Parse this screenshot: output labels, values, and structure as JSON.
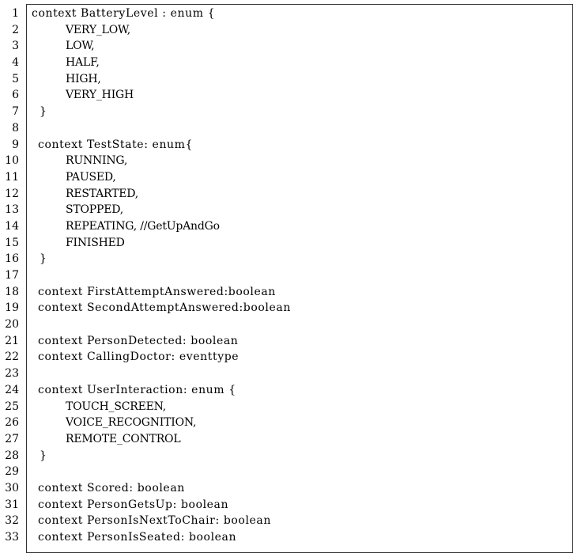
{
  "listing": {
    "line_numbers": [
      "1",
      "2",
      "3",
      "4",
      "5",
      "6",
      "7",
      "8",
      "9",
      "10",
      "11",
      "12",
      "13",
      "14",
      "15",
      "16",
      "17",
      "18",
      "19",
      "20",
      "21",
      "22",
      "23",
      "24",
      "25",
      "26",
      "27",
      "28",
      "29",
      "30",
      "31",
      "32",
      "33"
    ],
    "lines": [
      "context BatteryLevel : enum {",
      "VERY_LOW,",
      "LOW,",
      "HALF,",
      "HIGH,",
      "VERY_HIGH",
      "}",
      "",
      "context TestState: enum{",
      "RUNNING,",
      "PAUSED,",
      "RESTARTED,",
      "STOPPED,",
      "REPEATING, //GetUpAndGo",
      "FINISHED",
      "}",
      "",
      "context FirstAttemptAnswered:boolean",
      "context SecondAttemptAnswered:boolean",
      "",
      "context PersonDetected: boolean",
      "context CallingDoctor: eventtype",
      "",
      "context UserInteraction: enum {",
      "TOUCH_SCREEN,",
      "VOICE_RECOGNITION,",
      "REMOTE_CONTROL",
      "}",
      "",
      "context Scored: boolean",
      "context PersonGetsUp: boolean",
      "context PersonIsNextToChair: boolean",
      "context PersonIsSeated: boolean"
    ]
  }
}
